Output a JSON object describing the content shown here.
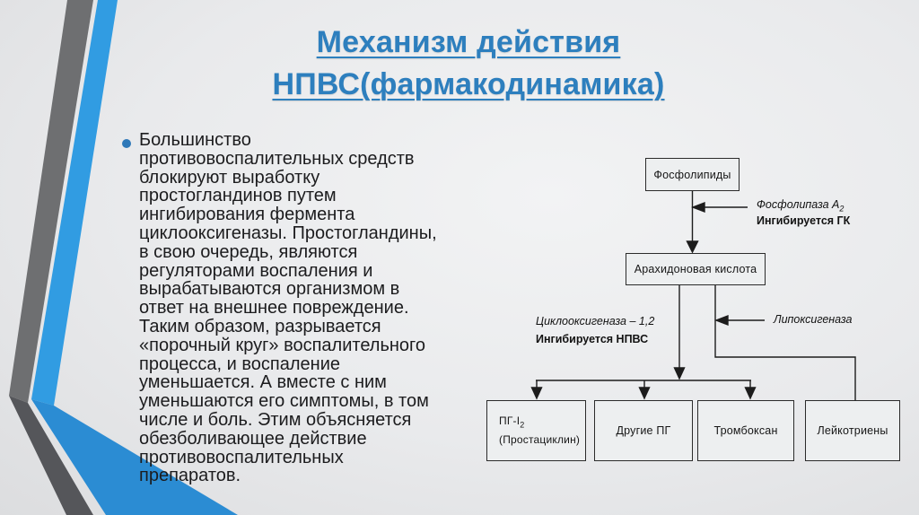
{
  "slide": {
    "title_line1": "Механизм действия",
    "title_line2": "НПВС(фармакодинамика)",
    "bullet_text": "Большинство противовоспалительных средств блокируют выработку простогландинов путем ингибирования фермента циклооксигеназы. Простогландины, в свою очередь, являются регуляторами воспаления и вырабатываются организмом в ответ на внешнее повреждение. Таким образом, разрывается «порочный круг» воспалительного процесса, и воспаление уменьшается. А вместе с ним уменьшаются его симптомы, в том числе и боль. Этим объясняется обезболивающее действие противовоспалительных препаратов."
  },
  "diagram": {
    "boxes": {
      "phospholipids": "Фосфолипиды",
      "arachidonic": "Арахидоновая  кислота",
      "pgi2_main": "ПГ-I",
      "pgi2_sub": "2",
      "pgi2_line2": "(Простациклин)",
      "other_pg": "Другие ПГ",
      "thromboxane": "Тромбоксан",
      "leukotrienes": "Лейкотриены"
    },
    "labels": {
      "phospholipase": "Фосфолипаза А",
      "phospholipase_sub": "2",
      "inhibited_gk": "Ингибируется ГК",
      "cyclooxygenase": "Циклооксигеназа – 1,2",
      "inhibited_nsaid": "Ингибируется НПВС",
      "lipoxygenase": "Липоксигеназа"
    }
  },
  "colors": {
    "title_blue": "#2D7FBE",
    "bullet_blue": "#2E78B8",
    "decor_blue_top": "#319CE2",
    "decor_blue_bottom": "#2B8CD3",
    "decor_gray_top": "#6E6F71",
    "decor_gray_bottom": "#55565A",
    "line_dark": "#1C1C1C"
  }
}
